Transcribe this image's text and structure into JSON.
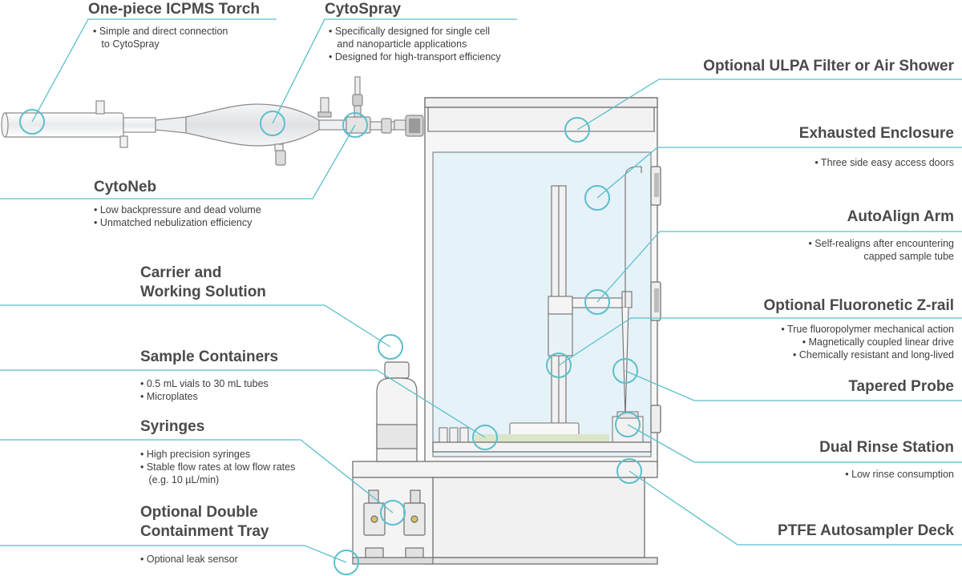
{
  "colors": {
    "accent": "#5bbfcc",
    "outline": "#707070",
    "enclosure_glass": "#e5f2f8"
  },
  "callouts": [
    {
      "id": "torch",
      "title": [
        "One-piece ICPMS Torch"
      ],
      "bullets": [
        "• Simple and direct connection",
        "   to CytoSpray"
      ]
    },
    {
      "id": "cytospray",
      "title": [
        "CytoSpray"
      ],
      "bullets": [
        "• Specifically designed for single cell",
        "   and nanoparticle applications",
        "• Designed for high-transport efficiency"
      ]
    },
    {
      "id": "cytoneb",
      "title": [
        "CytoNeb"
      ],
      "bullets": [
        "• Low backpressure and dead volume",
        "• Unmatched nebulization efficiency"
      ]
    },
    {
      "id": "carrier",
      "title": [
        "Carrier and",
        "Working Solution"
      ],
      "bullets": []
    },
    {
      "id": "sample",
      "title": [
        "Sample Containers"
      ],
      "bullets": [
        "• 0.5 mL vials to 30 mL tubes",
        "• Microplates"
      ]
    },
    {
      "id": "syringes",
      "title": [
        "Syringes"
      ],
      "bullets": [
        "• High precision syringes",
        "• Stable flow rates at low flow rates",
        "   (e.g. 10 µL/min)"
      ]
    },
    {
      "id": "tray",
      "title": [
        "Optional Double",
        "Containment Tray"
      ],
      "bullets": [
        "• Optional leak sensor"
      ]
    },
    {
      "id": "ulpa",
      "title": [
        "Optional ULPA Filter or Air Shower"
      ],
      "bullets": []
    },
    {
      "id": "enclosure",
      "title": [
        "Exhausted Enclosure"
      ],
      "bullets": [
        "• Three side easy access doors"
      ]
    },
    {
      "id": "arm",
      "title": [
        "AutoAlign Arm"
      ],
      "bullets": [
        "• Self-realigns after encountering",
        "capped sample tube"
      ]
    },
    {
      "id": "zrail",
      "title": [
        "Optional Fluoronetic Z-rail"
      ],
      "bullets": [
        "• True fluoropolymer mechanical action",
        "• Magnetically coupled linear drive",
        "• Chemically resistant and long-lived"
      ]
    },
    {
      "id": "probe",
      "title": [
        "Tapered Probe"
      ],
      "bullets": []
    },
    {
      "id": "rinse",
      "title": [
        "Dual Rinse Station"
      ],
      "bullets": [
        "• Low rinse consumption"
      ]
    },
    {
      "id": "deck",
      "title": [
        "PTFE Autosampler Deck"
      ],
      "bullets": []
    }
  ]
}
